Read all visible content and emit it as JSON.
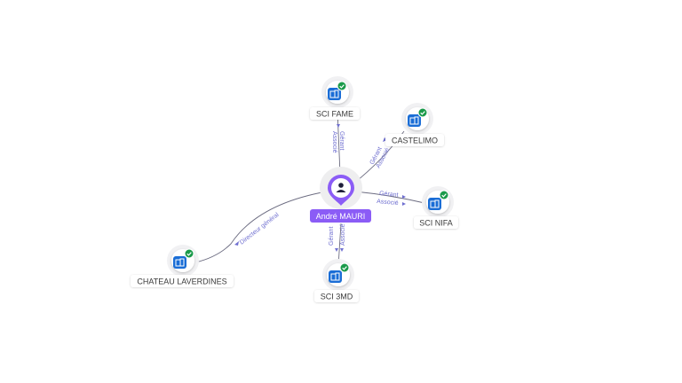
{
  "graph": {
    "person": {
      "name": "André MAURI",
      "icon": "person-icon",
      "color": "#8b5cf6"
    },
    "companies": [
      {
        "id": "sci-fame",
        "name": "SCI FAME",
        "icon": "building-icon",
        "status_icon": "check-icon"
      },
      {
        "id": "castelimo",
        "name": "CASTELIMO",
        "icon": "building-icon",
        "status_icon": "check-icon"
      },
      {
        "id": "sci-nifa",
        "name": "SCI NIFA",
        "icon": "building-icon",
        "status_icon": "check-icon"
      },
      {
        "id": "sci-3md",
        "name": "SCI 3MD",
        "icon": "building-icon",
        "status_icon": "check-icon"
      },
      {
        "id": "chateau-laverdines",
        "name": "CHATEAU LAVERDINES",
        "icon": "building-icon",
        "status_icon": "check-icon"
      }
    ],
    "relations": [
      {
        "target": "sci-fame",
        "roles": [
          "Gérant",
          "Associé"
        ]
      },
      {
        "target": "castelimo",
        "roles": [
          "Gérant",
          "Associé"
        ]
      },
      {
        "target": "sci-nifa",
        "roles": [
          "Gérant",
          "Associé"
        ]
      },
      {
        "target": "sci-3md",
        "roles": [
          "Gérant",
          "Associé"
        ]
      },
      {
        "target": "chateau-laverdines",
        "roles": [
          "Directeur général"
        ]
      }
    ],
    "colors": {
      "company_icon": "#1a6dd6",
      "status_check": "#1a9a4a",
      "relation_label": "#6f6fd0",
      "person_pin": "#8b5cf6"
    }
  }
}
